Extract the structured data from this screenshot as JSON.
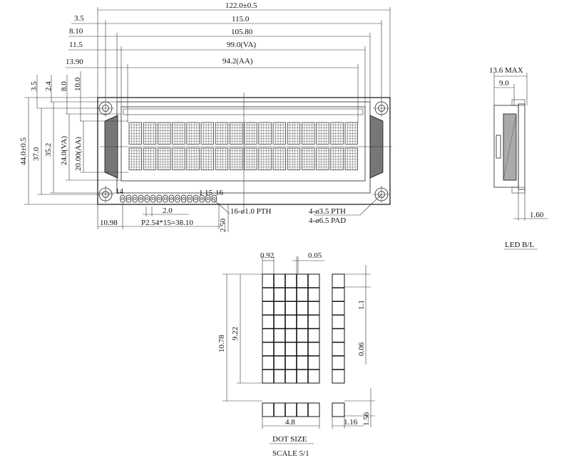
{
  "dims": {
    "total_width": "122.0±0.5",
    "pcb_hole_pitch_w": "115.0",
    "bezel_w": "105.80",
    "va_w": "99.0(VA)",
    "aa_w": "94.2(AA)",
    "off_3_5": "3.5",
    "off_8_10": "8.10",
    "off_11_5": "11.5",
    "off_13_90": "13.90",
    "total_height": "44.0±0.5",
    "hole_pitch_h": "37.0",
    "bezel_h": "35.2",
    "va_h": "24.0(VA)",
    "aa_h": "20.00(AA)",
    "v_3_5": "3.5",
    "v_2_4": "2.4",
    "v_8_0": "8.0",
    "v_10_0": "10.0",
    "pin_left": "10.98",
    "pin_pitch": "P2.54*15=38.10",
    "pin_2_0": "2.0",
    "pin_2_50": "2.50",
    "pin_holes": "16-ø1.0 PTH",
    "mount_holes_1": "4-ø3.5 PTH",
    "mount_holes_2": "4-ø6.5 PAD",
    "pin1": "1",
    "pin14": "14",
    "pin15": "15",
    "pin16": "16"
  },
  "side": {
    "max_thickness": "13.6 MAX",
    "depth": "9.0",
    "pcb_thickness": "1.60",
    "label": "LED B/L"
  },
  "dot": {
    "dot_w": "0.92",
    "gap": "0.05",
    "char_h": "10.78",
    "dots_h": "9.22",
    "pitch_1_1": "1.1",
    "gap_0_06": "0.06",
    "char_w": "4.8",
    "pitch_1_16": "1.16",
    "under_1_56": "1.56",
    "title": "DOT SIZE",
    "scale": "SCALE 5/1"
  },
  "display": {
    "rows": 2,
    "cols": 16
  }
}
